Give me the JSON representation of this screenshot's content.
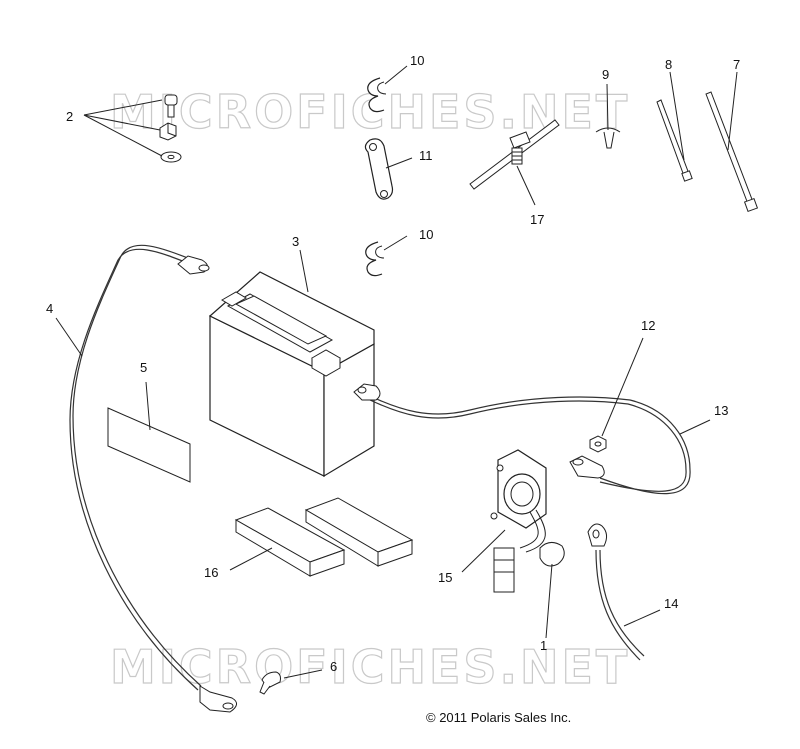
{
  "watermark": {
    "top": "MICROFICHES.NET",
    "bottom": "MICROFICHES.NET"
  },
  "copyright": "© 2011 Polaris Sales Inc.",
  "parts": [
    {
      "id": "p1",
      "number": "1"
    },
    {
      "id": "p2",
      "number": "2"
    },
    {
      "id": "p3",
      "number": "3"
    },
    {
      "id": "p4",
      "number": "4"
    },
    {
      "id": "p5",
      "number": "5"
    },
    {
      "id": "p6",
      "number": "6"
    },
    {
      "id": "p7",
      "number": "7"
    },
    {
      "id": "p8",
      "number": "8"
    },
    {
      "id": "p9",
      "number": "9"
    },
    {
      "id": "p10a",
      "number": "10"
    },
    {
      "id": "p10b",
      "number": "10"
    },
    {
      "id": "p11",
      "number": "11"
    },
    {
      "id": "p12",
      "number": "12"
    },
    {
      "id": "p13",
      "number": "13"
    },
    {
      "id": "p14",
      "number": "14"
    },
    {
      "id": "p15",
      "number": "15"
    },
    {
      "id": "p16",
      "number": "16"
    },
    {
      "id": "p17",
      "number": "17"
    }
  ]
}
